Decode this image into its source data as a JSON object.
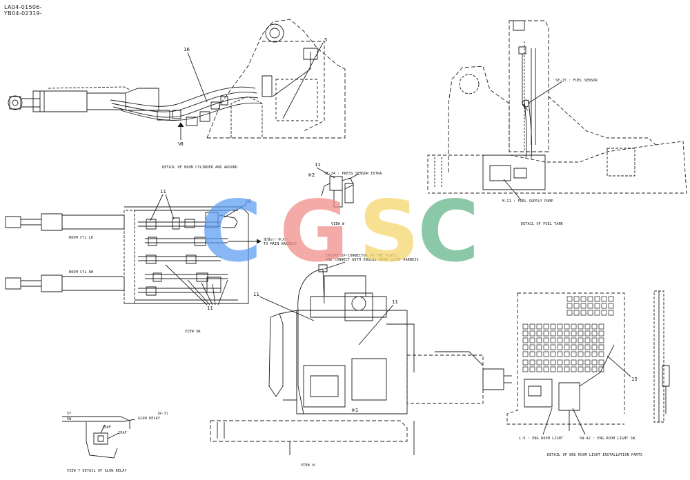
{
  "doc_ids": [
    "LA04-01506-",
    "YB04-02319-"
  ],
  "callouts": {
    "c16a": "16",
    "c5": "5",
    "c11a": "11",
    "c16b": "16",
    "c11b": "11",
    "c11c": "11",
    "c11d": "11",
    "c11e": "11",
    "c15": "15",
    "m1": "※1",
    "m2": "※2"
  },
  "labels": {
    "boom_detail": "DETAIL OF BOOM CYLINDER AND AROUND",
    "view_arrow": "Ⅶ",
    "press_sensor": "SE-24 : PRESS SENSOR EXTRA",
    "fuel_sensor": "SE-15 : FUEL SENSOR",
    "fuel_pump": "M-11 : FUEL SUPPLY PUMP",
    "fuel_tank_detail": "DETAIL OF FUEL TANK",
    "view_iii": "VIEW Ⅲ",
    "boom_lh": "BOOM CYL LH",
    "boom_rh": "BOOM CYL RH",
    "main_harness_jp": "本体ハーネスへ",
    "main_harness": "TO MAIN HARNESS",
    "insert_note_1": "INSERT 2P-CONNECTOR TO THE PLATE,",
    "insert_note_2": "AND CONNECT WITH ENGINE ROOM LIGHT HARNESS",
    "view_viii": "VIEW Ⅷ",
    "view_vi": "VIEW Ⅵ",
    "wire_5y": "5Y",
    "wire_5w": "5W",
    "glow_relay": "GLOW RELAY",
    "glow_code": "(R-3)",
    "paf1": "1PAF",
    "paf2": "2PAF",
    "glow_detail": "VIEW Y   DETAIL OF GLOW RELAY",
    "eng_light": "L-6 : ENG ROOM LIGHT",
    "eng_light_sw": "SW-42 : ENG ROOM LIGHT SW",
    "eng_light_detail": "DETAIL OF ENG ROOM LIGHT INSTALLATION PARTS"
  },
  "watermark": {
    "letters": [
      "C",
      "G",
      "S",
      "C"
    ],
    "colors": [
      "#5b9cf2",
      "#f08c86",
      "#f5d567",
      "#5fb486"
    ]
  }
}
